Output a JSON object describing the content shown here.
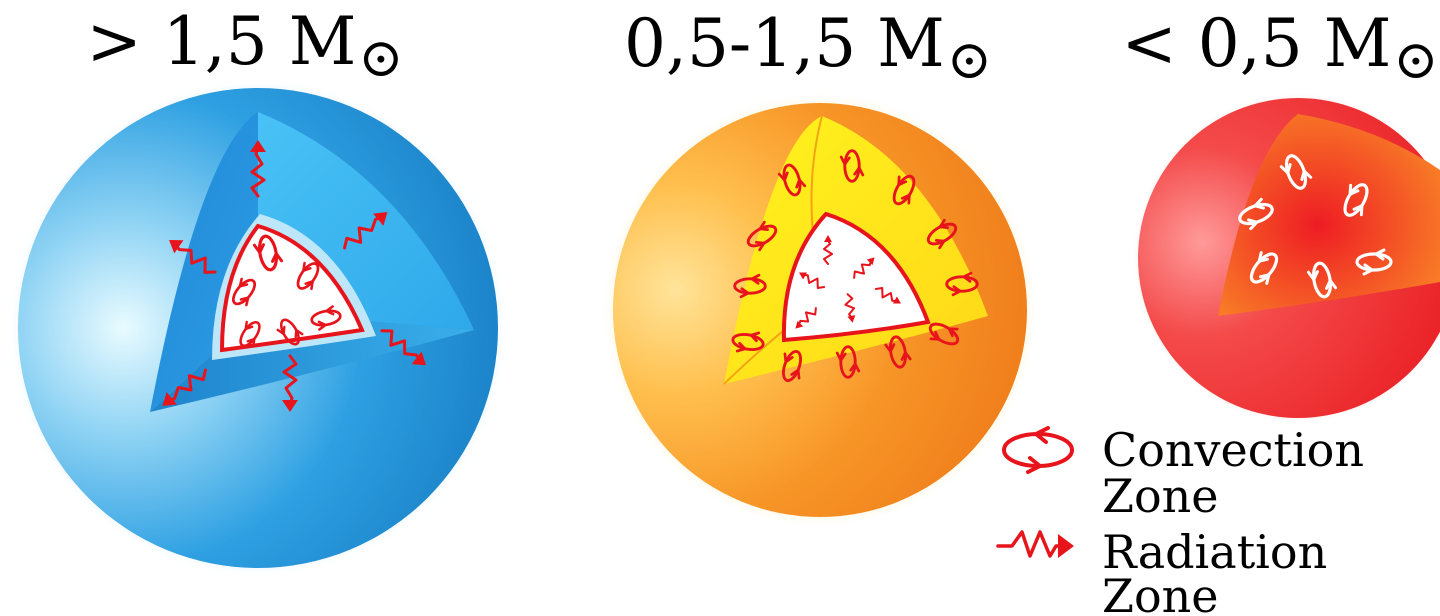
{
  "stars": [
    {
      "mass_label": "> 1,5 M",
      "sun_symbol": "⊙",
      "outer_color": "#2b9be0",
      "core_type": "convection",
      "envelope_type": "radiation"
    },
    {
      "mass_label": "0,5-1,5 M",
      "sun_symbol": "⊙",
      "outer_color": "#f7a02a",
      "core_type": "radiation",
      "envelope_type": "convection"
    },
    {
      "mass_label": "< 0,5 M",
      "sun_symbol": "⊙",
      "outer_color": "#ee2a2a",
      "core_type": "convection",
      "envelope_type": "convection"
    }
  ],
  "legend": {
    "convection": {
      "line1": "Convection",
      "line2": "Zone",
      "icon": "convection-loop-icon"
    },
    "radiation": {
      "line1": "Radiation",
      "line2": "Zone",
      "icon": "radiation-wave-icon"
    }
  },
  "colors": {
    "radiation_red": "#e8141c",
    "blue_light": "#bfe9fb",
    "blue_dark": "#1f8fd6",
    "yellow": "#fff21a",
    "orange": "#f4891f",
    "red": "#ef2b2b"
  }
}
